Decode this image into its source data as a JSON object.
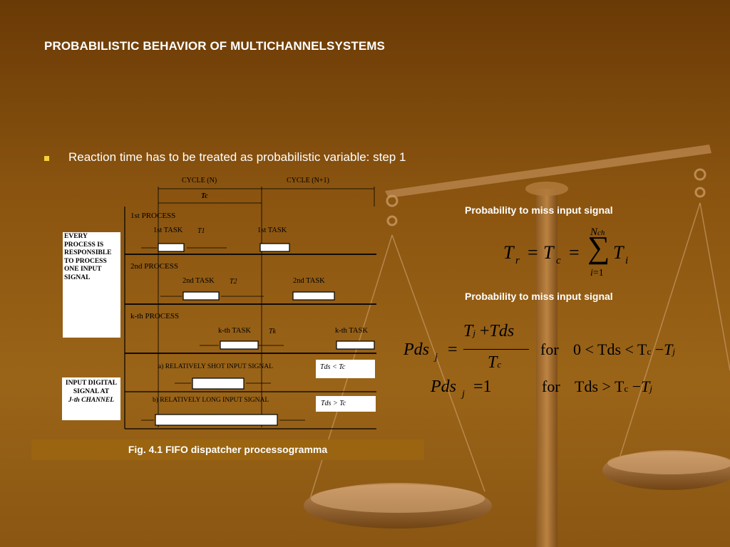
{
  "slide": {
    "title": "PROBABILISTIC BEHAVIOR OF MULTICHANNELSYSTEMS",
    "bullet": "Reaction time has to be treated as probabilistic variable:  step 1",
    "caption": "Fig. 4.1 FIFO dispatcher processogramma",
    "prob_label_1": "Probability to miss input signal",
    "prob_label_2": "Probability to miss input signal"
  },
  "diagram": {
    "cycle_n": "CYCLE (N)",
    "cycle_n1": "CYCLE (N+1)",
    "tc": "Tc",
    "process_1": "1st PROCESS",
    "task_1a": "1st TASK",
    "t1": "T1",
    "task_1b": "1st TASK",
    "process_2": "2nd PROCESS",
    "task_2a": "2nd TASK",
    "t2": "T2",
    "task_2b": "2nd TASK",
    "process_k": "k-th PROCESS",
    "task_ka": "k-th TASK",
    "tk": "Tk",
    "task_kb": "k-th TASK",
    "signal_a": "a) RELATIVELY SHOT INPUT SIGNAL",
    "signal_b": "b) RELATIVELY LONG INPUT SIGNAL",
    "cond_a": "Tds < Tc",
    "cond_b": "Tds > Tc",
    "side_top": "EVERY PROCESS IS RESPONSIBLE TO PROCESS ONE INPUT SIGNAL",
    "side_bottom_1": "INPUT DIGITAL SIGNAL AT",
    "side_bottom_2": "J-th CHANNEL"
  },
  "equations": {
    "eq1": "T_r = T_c = Σ_{i=1}^{N_ch} T_i",
    "eq2": "Pds_j = (T_j + Tds) / T_c   for 0 < Tds < T_c − T_j",
    "eq3": "Pds_j = 1   for Tds > T_c − T_j",
    "for_word": "for"
  },
  "colors": {
    "background": "#8a5410",
    "caption_bar": "#9a6410",
    "bullet": "#f3d23a",
    "text": "#ffffff"
  },
  "decoration": "balance-scale-image"
}
